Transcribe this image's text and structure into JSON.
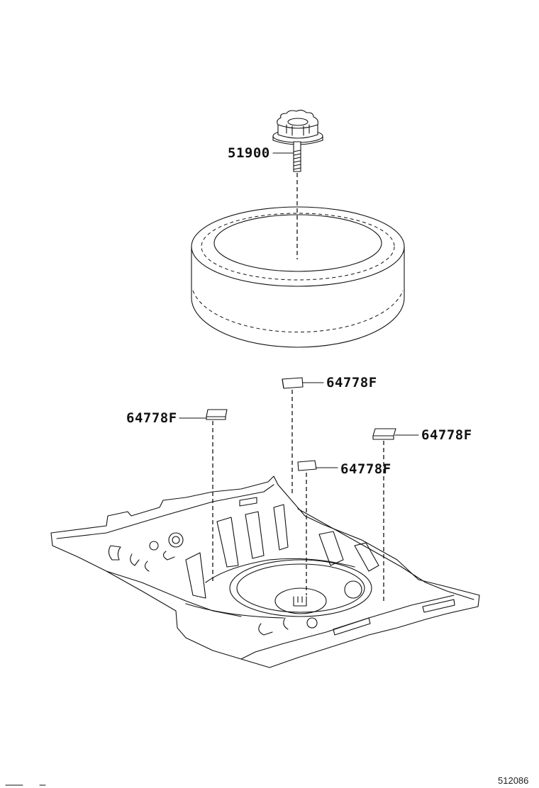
{
  "parts": [
    {
      "id": "bolt",
      "number": "51900",
      "name": "spare-wheel-clamp-bolt"
    },
    {
      "id": "pad-top",
      "number": "64778F"
    },
    {
      "id": "pad-left",
      "number": "64778F"
    },
    {
      "id": "pad-right",
      "number": "64778F"
    },
    {
      "id": "pad-center",
      "number": "64778F"
    }
  ],
  "figure_number": "512086"
}
